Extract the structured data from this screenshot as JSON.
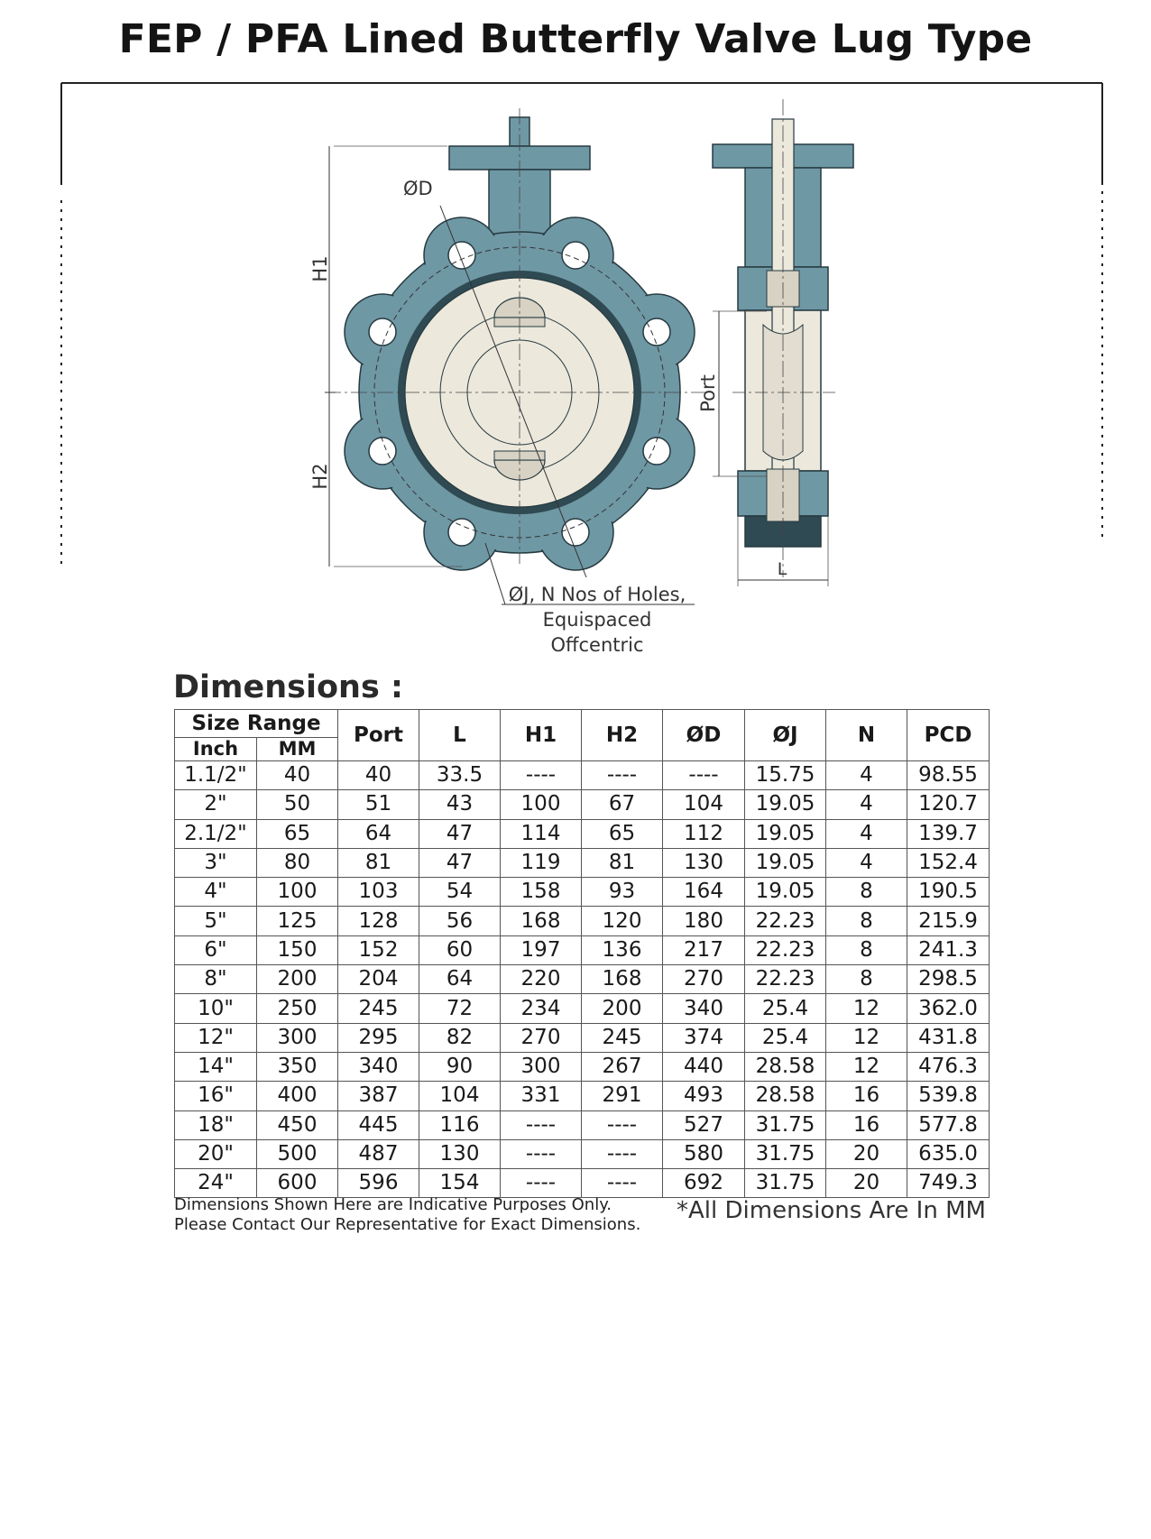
{
  "title": "FEP / PFA Lined Butterfly Valve Lug Type",
  "drawing": {
    "label_d": "ØD",
    "label_h1": "H1",
    "label_h2": "H2",
    "label_port": "Port",
    "label_l": "L",
    "holes_line1": "ØJ, N Nos of Holes,",
    "holes_line2": "Equispaced",
    "holes_line3": "Offcentric"
  },
  "dimensions_heading": "Dimensions :",
  "table": {
    "size_range": "Size Range",
    "inch": "Inch",
    "mm": "MM",
    "columns": [
      "Port",
      "L",
      "H1",
      "H2",
      "ØD",
      "ØJ",
      "N",
      "PCD"
    ],
    "rows": [
      [
        "1.1/2\"",
        "40",
        "40",
        "33.5",
        "----",
        "----",
        "----",
        "15.75",
        "4",
        "98.55"
      ],
      [
        "2\"",
        "50",
        "51",
        "43",
        "100",
        "67",
        "104",
        "19.05",
        "4",
        "120.7"
      ],
      [
        "2.1/2\"",
        "65",
        "64",
        "47",
        "114",
        "65",
        "112",
        "19.05",
        "4",
        "139.7"
      ],
      [
        "3\"",
        "80",
        "81",
        "47",
        "119",
        "81",
        "130",
        "19.05",
        "4",
        "152.4"
      ],
      [
        "4\"",
        "100",
        "103",
        "54",
        "158",
        "93",
        "164",
        "19.05",
        "8",
        "190.5"
      ],
      [
        "5\"",
        "125",
        "128",
        "56",
        "168",
        "120",
        "180",
        "22.23",
        "8",
        "215.9"
      ],
      [
        "6\"",
        "150",
        "152",
        "60",
        "197",
        "136",
        "217",
        "22.23",
        "8",
        "241.3"
      ],
      [
        "8\"",
        "200",
        "204",
        "64",
        "220",
        "168",
        "270",
        "22.23",
        "8",
        "298.5"
      ],
      [
        "10\"",
        "250",
        "245",
        "72",
        "234",
        "200",
        "340",
        "25.4",
        "12",
        "362.0"
      ],
      [
        "12\"",
        "300",
        "295",
        "82",
        "270",
        "245",
        "374",
        "25.4",
        "12",
        "431.8"
      ],
      [
        "14\"",
        "350",
        "340",
        "90",
        "300",
        "267",
        "440",
        "28.58",
        "12",
        "476.3"
      ],
      [
        "16\"",
        "400",
        "387",
        "104",
        "331",
        "291",
        "493",
        "28.58",
        "16",
        "539.8"
      ],
      [
        "18\"",
        "450",
        "445",
        "116",
        "----",
        "----",
        "527",
        "31.75",
        "16",
        "577.8"
      ],
      [
        "20\"",
        "500",
        "487",
        "130",
        "----",
        "----",
        "580",
        "31.75",
        "20",
        "635.0"
      ],
      [
        "24\"",
        "600",
        "596",
        "154",
        "----",
        "----",
        "692",
        "31.75",
        "20",
        "749.3"
      ]
    ]
  },
  "note_line1": "Dimensions Shown Here are Indicative Purposes Only.",
  "note_line2": "Please Contact Our Representative for Exact Dimensions.",
  "note_mm": "*All Dimensions Are In MM",
  "colors": {
    "body": "#6f98a5",
    "body_dark": "#2f4a52",
    "liner": "#ece8dc",
    "outline": "#263a40"
  }
}
